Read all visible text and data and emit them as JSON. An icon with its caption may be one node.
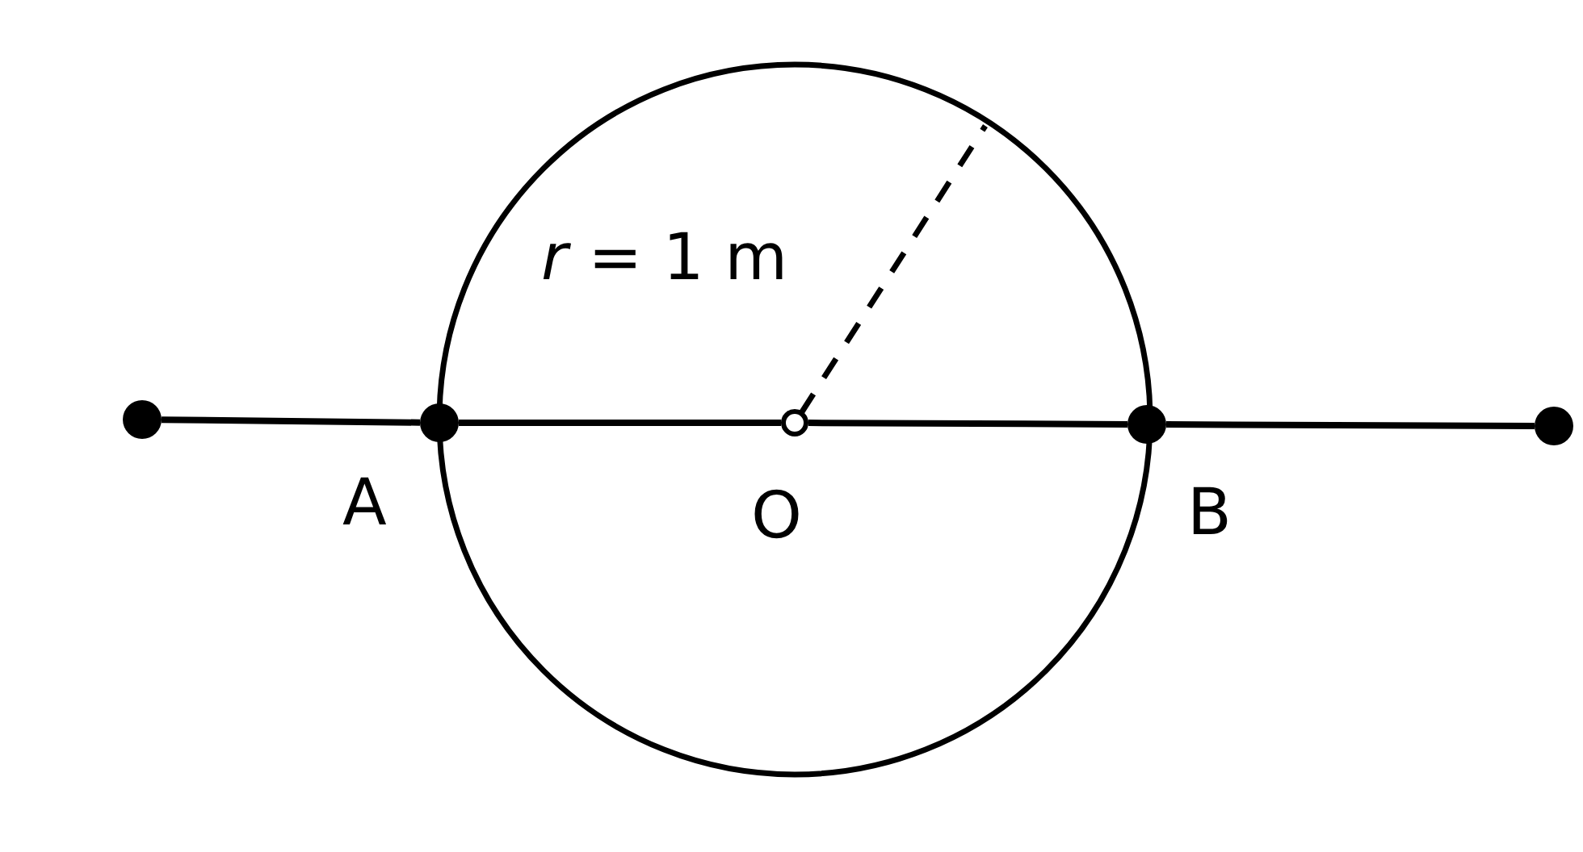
{
  "diagram": {
    "nodes": [
      {
        "text": [],
        "shape": "circle"
      },
      {
        "text": [],
        "shape": "circle",
        "beside": [
          "A"
        ]
      },
      {
        "text": [],
        "shape": "circle",
        "beside": [
          "O"
        ]
      },
      {
        "text": [],
        "shape": "circle",
        "beside": [
          "B"
        ]
      },
      {
        "text": [],
        "shape": "circle"
      }
    ],
    "edges": [
      {
        "from": 0,
        "to": 1,
        "arrow": "none"
      },
      {
        "from": 1,
        "to": 2,
        "arrow": "none"
      },
      {
        "from": 2,
        "to": 3,
        "arrow": "none"
      },
      {
        "from": 3,
        "to": 4,
        "arrow": "none"
      }
    ],
    "labels": [
      "*r* = 1 m"
    ]
  }
}
